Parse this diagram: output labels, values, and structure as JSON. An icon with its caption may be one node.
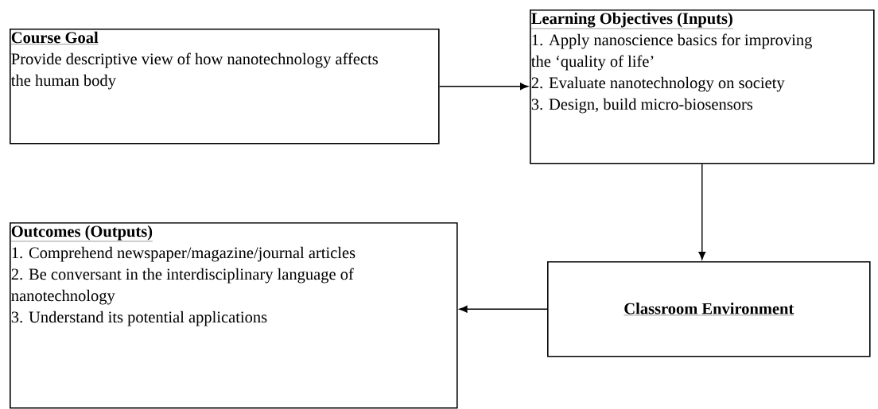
{
  "diagram": {
    "nodes": [
      {
        "text": [
          "Course Goal",
          "Provide descriptive view of how nanotechnology affects the human body"
        ]
      },
      {
        "text": [
          "Learning Objectives (Inputs)",
          "1. Apply nanoscience basics for improving the ‘quality of life’",
          "2. Evaluate nanotechnology on society",
          "3. Design, build micro-biosensors"
        ]
      },
      {
        "text": [
          "Classroom Environment"
        ]
      },
      {
        "text": [
          "Outcomes (Outputs)",
          "1. Comprehend newspaper/magazine/journal articles",
          "2. Be conversant in the interdisciplinary language of nanotechnology",
          "3. Understand its potential applications"
        ]
      }
    ],
    "edges": [
      {
        "from": 0,
        "to": 1,
        "arrow": "to"
      },
      {
        "from": 1,
        "to": 2,
        "arrow": "to"
      },
      {
        "from": 2,
        "to": 3,
        "arrow": "to"
      }
    ]
  }
}
